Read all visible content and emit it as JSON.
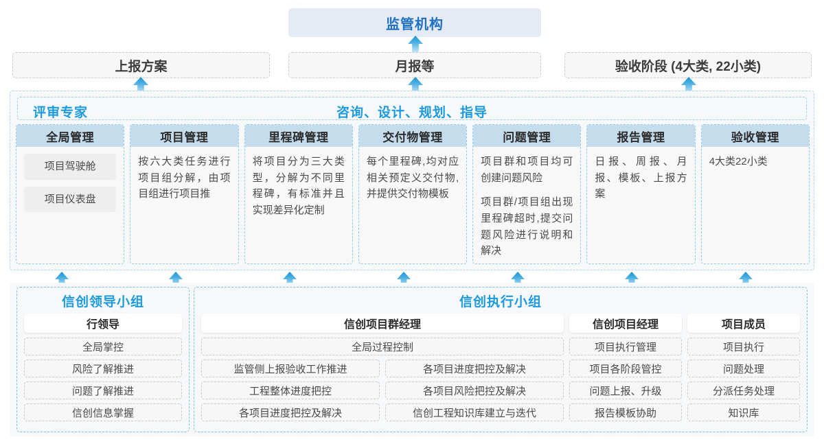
{
  "top": {
    "regulator": "监管机构",
    "channels": [
      {
        "label": "上报方案"
      },
      {
        "label": "月报等"
      },
      {
        "label": "验收阶段 (4大类, 22小类)"
      }
    ]
  },
  "middle": {
    "band": {
      "left_label": "评审专家",
      "center_label": "咨询、设计、规划、指导"
    },
    "columns": [
      {
        "header": "全局管理",
        "pills": [
          "项目驾驶舱",
          "项目仪表盘"
        ],
        "paragraphs": []
      },
      {
        "header": "项目管理",
        "pills": [],
        "paragraphs": [
          "按六大类任务进行项目组分解，由项目组进行项目推"
        ]
      },
      {
        "header": "里程碑管理",
        "pills": [],
        "paragraphs": [
          "将项目分为三大类型，分解为不同里程碑，有标准并且实现差异化定制"
        ]
      },
      {
        "header": "交付物管理",
        "pills": [],
        "paragraphs": [
          "每个里程碑,均对应相关预定义交付物,并提供交付物模板"
        ]
      },
      {
        "header": "问题管理",
        "pills": [],
        "paragraphs": [
          "项目群和项目均可创建问题风险",
          "项目群/项目组出现里程碑超时,提交问题风险进行说明和解决"
        ]
      },
      {
        "header": "报告管理",
        "pills": [],
        "paragraphs": [
          "日报、周报、月报、模板、上报方案"
        ]
      },
      {
        "header": "验收管理",
        "pills": [],
        "paragraphs": [
          "4大类22小类"
        ]
      }
    ]
  },
  "bottom": {
    "leader_group": {
      "title": "信创领导小组",
      "role": "行领导",
      "tasks": [
        "全局掌控",
        "风险了解推进",
        "问题了解推进",
        "信创信息掌握"
      ]
    },
    "exec_group": {
      "title": "信创执行小组",
      "program_manager": {
        "role": "信创项目群经理",
        "wide_task": "全局过程控制",
        "tasks_left": [
          "监管侧上报验收工作推进",
          "工程整体进度把控",
          "各项目进度把控及解决"
        ],
        "tasks_right": [
          "各项目进度把控及解决",
          "各项目风险把控及解决",
          "信创工程知识库建立与迭代"
        ]
      },
      "project_manager": {
        "role": "信创项目经理",
        "tasks": [
          "项目执行管理",
          "项目各阶段管控",
          "问题上报、升级",
          "报告模板协助"
        ]
      },
      "project_member": {
        "role": "项目成员",
        "tasks": [
          "项目执行",
          "问题处理",
          "分派任务处理",
          "知识库"
        ]
      }
    }
  },
  "colors": {
    "accent_blue": "#1b9ae0",
    "title_blue": "#1f6fc4",
    "header_fill": "#c5dced",
    "regulator_fill": "#e4ebf5",
    "dash_grey": "#c9c9c9",
    "dash_blue": "#8ecbf0",
    "panel_bg": "#f7f8f9"
  }
}
